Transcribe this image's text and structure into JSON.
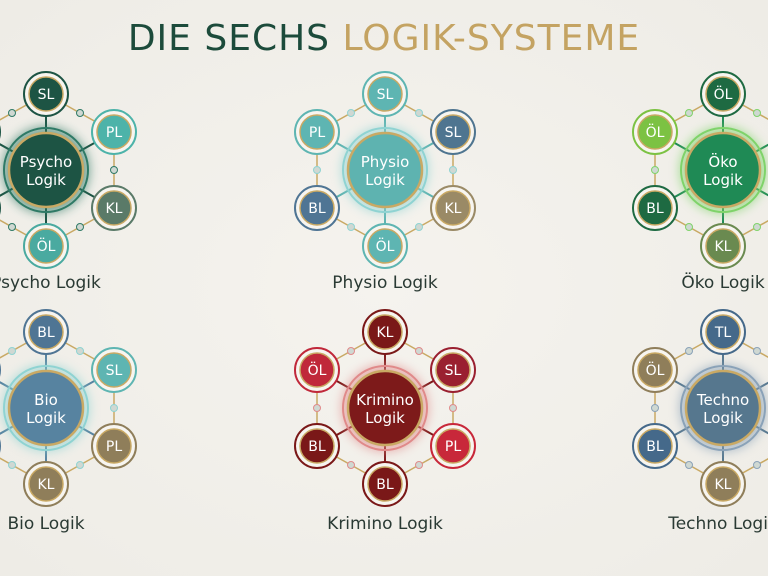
{
  "title": {
    "part1": "DIE SECHS",
    "part2": "LOGIK-SYSTEME"
  },
  "systems": [
    {
      "name": "Psycho Logik",
      "hub_line1": "Psycho",
      "hub_line2": "Logik",
      "hub_color": "#1d5444",
      "ring": "#2f7a66",
      "satellites": [
        {
          "label": "SL",
          "color": "#1d5444"
        },
        {
          "label": "PL",
          "color": "#4db3a9"
        },
        {
          "label": "KL",
          "color": "#5a7a68"
        },
        {
          "label": "ÖL",
          "color": "#4aaaa0"
        },
        {
          "label": "",
          "color": "#1d5444"
        },
        {
          "label": "",
          "color": "#1d5444"
        }
      ]
    },
    {
      "name": "Physio Logik",
      "hub_line1": "Physio",
      "hub_line2": "Logik",
      "hub_color": "#5eb3b0",
      "ring": "#8fd3d2",
      "satellites": [
        {
          "label": "SL",
          "color": "#5eb5b2"
        },
        {
          "label": "SL",
          "color": "#4f7590"
        },
        {
          "label": "KL",
          "color": "#9a8a66"
        },
        {
          "label": "ÖL",
          "color": "#5eb5b2"
        },
        {
          "label": "BL",
          "color": "#4f7594"
        },
        {
          "label": "PL",
          "color": "#5eb5b2"
        }
      ]
    },
    {
      "name": "Öko Logik",
      "hub_line1": "Öko",
      "hub_line2": "Logik",
      "hub_color": "#1f8a55",
      "ring": "#7fd36a",
      "satellites": [
        {
          "label": "ÖL",
          "color": "#1e6a42"
        },
        {
          "label": "",
          "color": "#1e6a42"
        },
        {
          "label": "",
          "color": "#1e6a42"
        },
        {
          "label": "KL",
          "color": "#6a8a50"
        },
        {
          "label": "BL",
          "color": "#1e6a42"
        },
        {
          "label": "ÖL",
          "color": "#7cc243"
        }
      ]
    },
    {
      "name": "Bio Logik",
      "hub_line1": "Bio",
      "hub_line2": "Logik",
      "hub_color": "#5783a0",
      "ring": "#8fd3d2",
      "satellites": [
        {
          "label": "BL",
          "color": "#4f7594"
        },
        {
          "label": "SL",
          "color": "#5eb5b2"
        },
        {
          "label": "PL",
          "color": "#8f7e5a"
        },
        {
          "label": "KL",
          "color": "#8f7e5a"
        },
        {
          "label": "",
          "color": "#4f7594"
        },
        {
          "label": "",
          "color": "#4f7594"
        }
      ]
    },
    {
      "name": "Krimino Logik",
      "hub_line1": "Krimino",
      "hub_line2": "Logik",
      "hub_color": "#7d1a1a",
      "ring": "#e08a8a",
      "satellites": [
        {
          "label": "KL",
          "color": "#7a1818"
        },
        {
          "label": "SL",
          "color": "#9a2030"
        },
        {
          "label": "PL",
          "color": "#c8283a"
        },
        {
          "label": "BL",
          "color": "#7a1818"
        },
        {
          "label": "BL",
          "color": "#7a1818"
        },
        {
          "label": "ÖL",
          "color": "#c0283a"
        }
      ]
    },
    {
      "name": "Techno Logik",
      "hub_line1": "Techno",
      "hub_line2": "Logik",
      "hub_color": "#56778e",
      "ring": "#8aa2b8",
      "satellites": [
        {
          "label": "TL",
          "color": "#45698a"
        },
        {
          "label": "",
          "color": "#45698a"
        },
        {
          "label": "",
          "color": "#45698a"
        },
        {
          "label": "KL",
          "color": "#8f7e5a"
        },
        {
          "label": "BL",
          "color": "#45698a"
        },
        {
          "label": "ÖL",
          "color": "#8f7e5a"
        }
      ]
    }
  ]
}
